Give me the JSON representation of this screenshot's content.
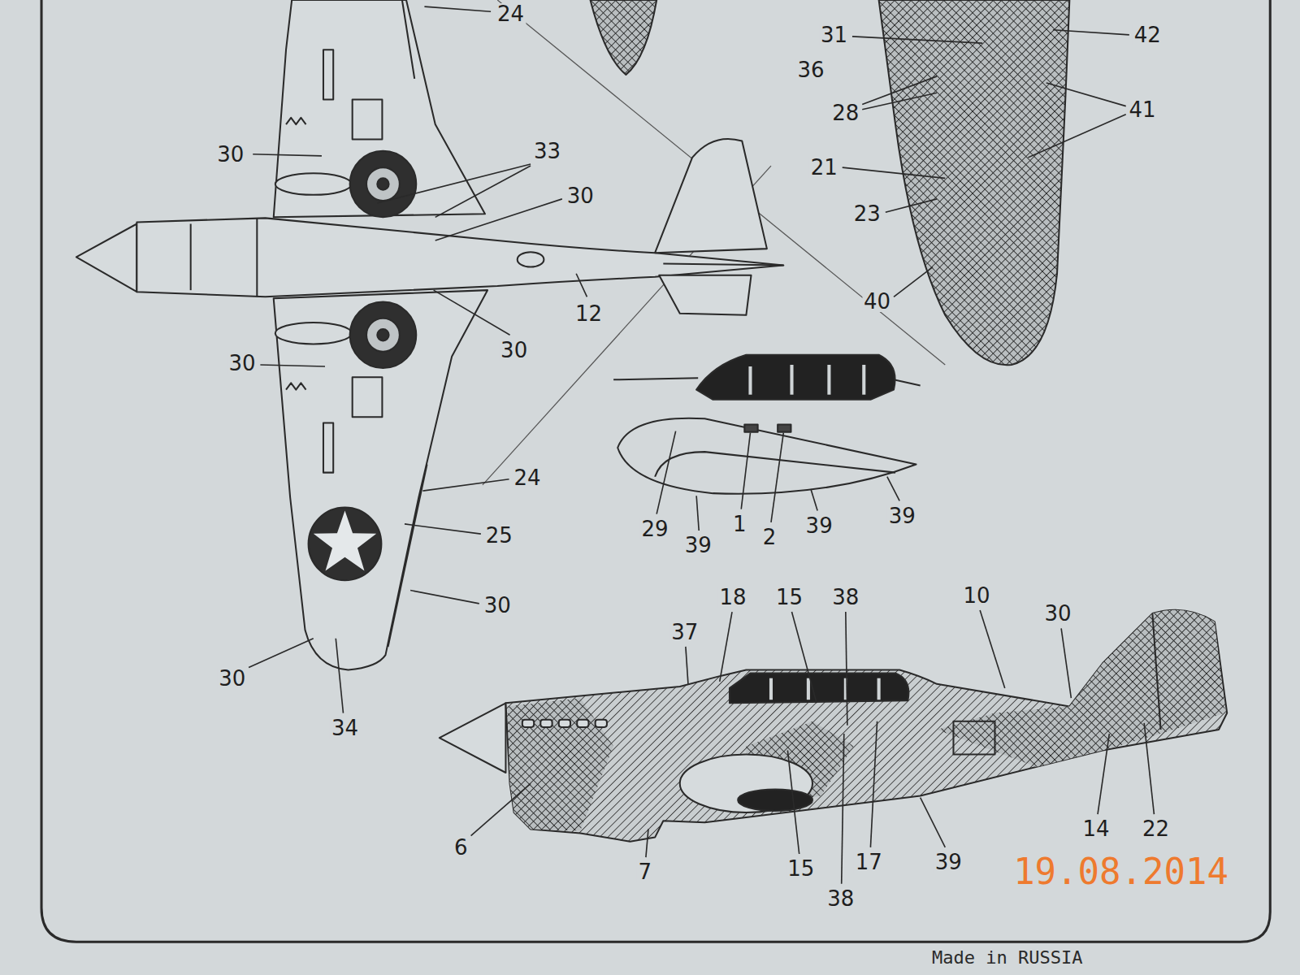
{
  "diagram": {
    "labels": [
      "24",
      "30",
      "33",
      "30",
      "12",
      "30",
      "30",
      "24",
      "25",
      "30",
      "30",
      "34",
      "31",
      "42",
      "36",
      "41",
      "28",
      "21",
      "23",
      "40",
      "29",
      "39",
      "1",
      "2",
      "39",
      "39",
      "37",
      "18",
      "15",
      "38",
      "10",
      "30",
      "6",
      "7",
      "15",
      "38",
      "17",
      "39",
      "14",
      "22",
      "19.08.2014",
      "Made in RUSSIA"
    ]
  }
}
